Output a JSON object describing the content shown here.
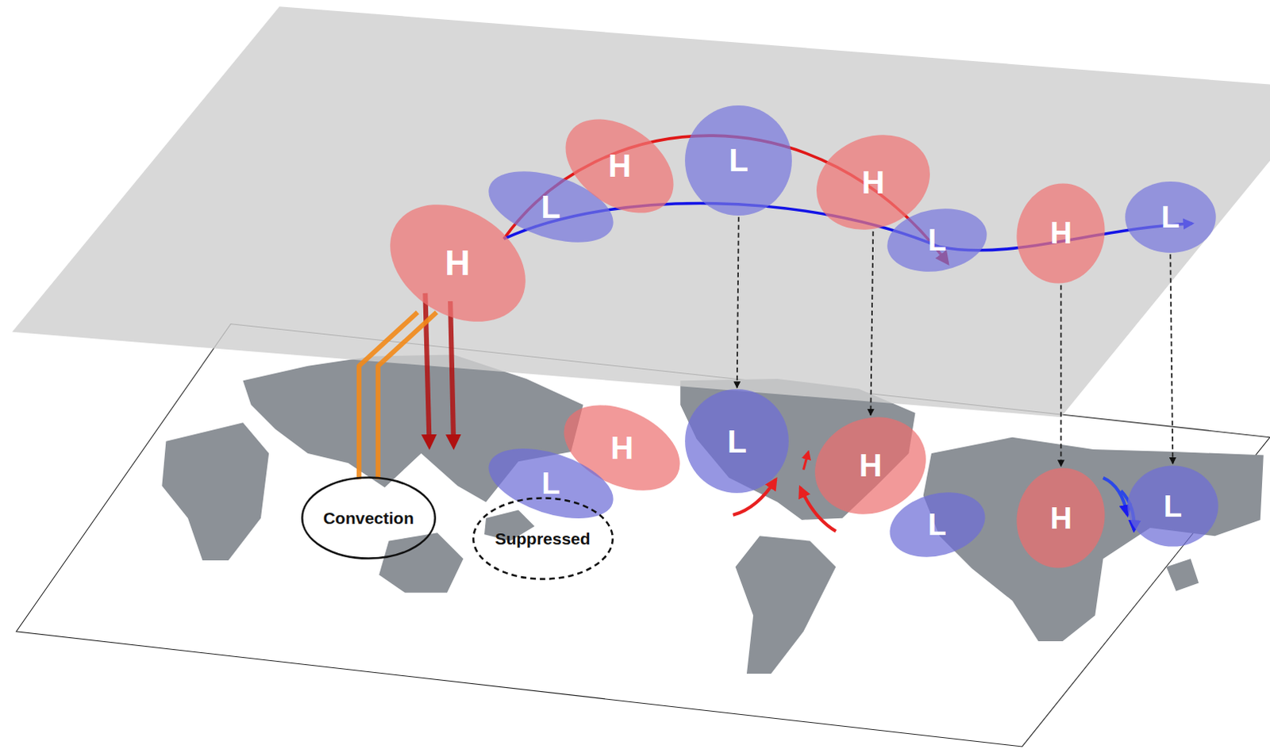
{
  "diagram": {
    "nodes": [
      {
        "text": [
          "H"
        ]
      },
      {
        "text": [
          "L"
        ]
      },
      {
        "text": [
          "H"
        ]
      },
      {
        "text": [
          "L"
        ]
      },
      {
        "text": [
          "H"
        ]
      },
      {
        "text": [
          "L"
        ]
      },
      {
        "text": [
          "H"
        ]
      },
      {
        "text": [
          "L"
        ]
      },
      {
        "text": [
          "H"
        ]
      },
      {
        "text": [
          "L"
        ]
      },
      {
        "text": [
          "H"
        ]
      },
      {
        "text": [
          "L"
        ]
      },
      {
        "text": [
          "L"
        ]
      },
      {
        "text": [
          "H"
        ]
      },
      {
        "text": [
          "L"
        ]
      },
      {
        "text": [
          "Convection"
        ]
      },
      {
        "text": [
          "Suppressed"
        ]
      }
    ],
    "edges": [
      {
        "from": 3,
        "to": 9,
        "arrow": "to"
      },
      {
        "from": 4,
        "to": 10,
        "arrow": "to"
      },
      {
        "from": 6,
        "to": 13,
        "arrow": "to"
      },
      {
        "from": 7,
        "to": 14,
        "arrow": "to"
      },
      {
        "from": 15,
        "to": 0,
        "arrow": "none"
      }
    ]
  }
}
